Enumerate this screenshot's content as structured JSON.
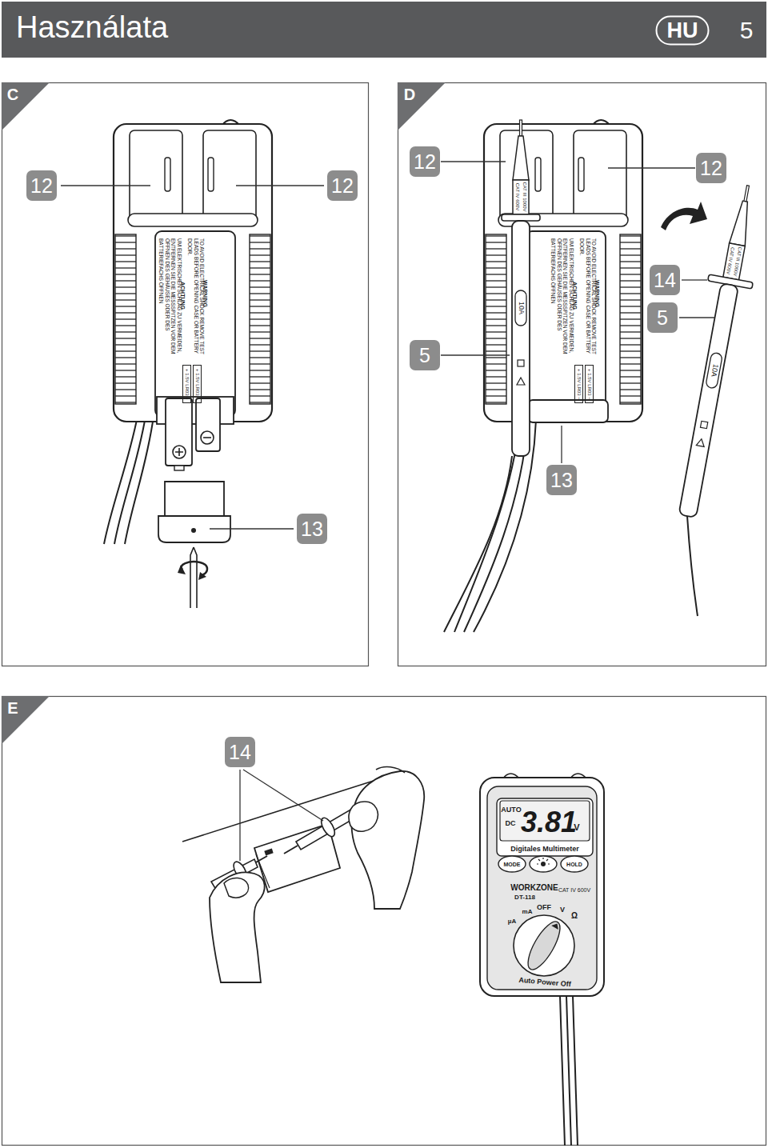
{
  "diagram": {
    "title": "Használata",
    "labels": [
      "HU",
      "5",
      "C",
      "D",
      "E",
      "12",
      "12",
      "13",
      "12",
      "12",
      "14",
      "5",
      "5",
      "13",
      "14",
      "WARNING",
      "TO AVOID ELECTRICAL SHOCK REMOVE TEST LEADS BEFORE OPENING CASE OR BATTERY DOOR.",
      "ACHTUNG",
      "UM ELEKTRISCHEN SCHLAG ZU VERMEIDEN, ENTFERNEN SIE DIE MESSSPITZEN VOR DEM ÖFFNEN DES GEHÄUSES ODER DES BATTERIEFACHS ÖFFNEN",
      "+ 1.5V LR03 −",
      "+ 1.5V LR03 −",
      "WARNING",
      "TO AVOID ELECTRICAL SHOCK REMOVE TEST LEADS BEFORE OPENING CASE OR BATTERY DOOR.",
      "ACHTUNG",
      "UM ELEKTRISCHEN SCHLAG ZU VERMEIDEN, ENTFERNEN SIE DIE MESSSPITZEN VOR DEM ÖFFNEN DES GEHÄUSES ODER DES BATTERIEFACHS ÖFFNEN",
      "+ 1.5V LR03 −",
      "+ 1.5V LR03 −",
      "CAT III 1000V",
      "CAT IV 600V",
      "10A",
      "CAT III 1000V",
      "CAT IV 600V",
      "10A",
      "AUTO",
      "DC",
      "3.81",
      "V",
      "Digitales Multimeter",
      "MODE",
      "HOLD",
      "WORKZONE",
      "DT-118",
      "CAT IV 600V",
      "µA",
      "mA",
      "OFF",
      "V",
      "Ω",
      "Auto Power Off"
    ]
  }
}
